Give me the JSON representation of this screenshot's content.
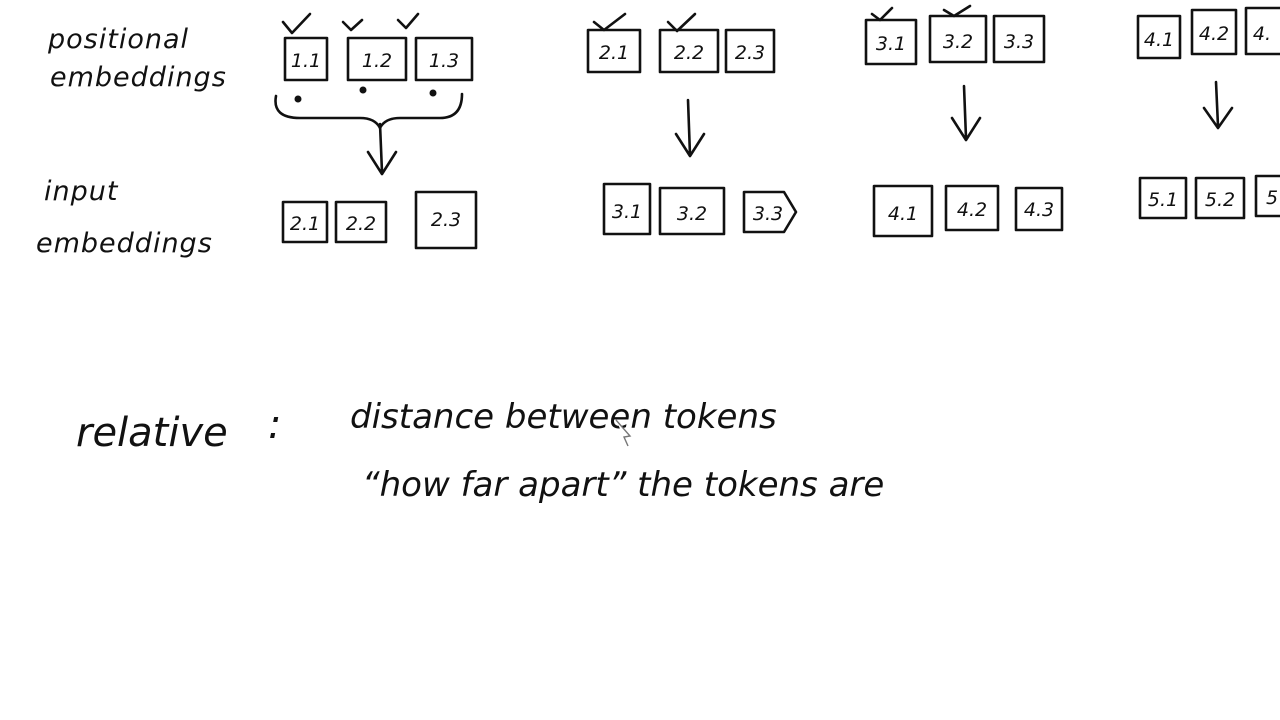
{
  "labels": {
    "positional_line1": "positional",
    "positional_line2": "embeddings",
    "input_line1": "input",
    "input_line2": "embeddings"
  },
  "groups": [
    {
      "positional": [
        "1.1",
        "1.2",
        "1.3"
      ],
      "input": [
        "2.1",
        "2.2",
        "2.3"
      ]
    },
    {
      "positional": [
        "2.1",
        "2.2",
        "2.3"
      ],
      "input": [
        "3.1",
        "3.2",
        "3.3"
      ]
    },
    {
      "positional": [
        "3.1",
        "3.2",
        "3.3"
      ],
      "input": [
        "4.1",
        "4.2",
        "4.3"
      ]
    },
    {
      "positional": [
        "4.1",
        "4.2",
        "4."
      ],
      "input": [
        "5.1",
        "5.2",
        "5"
      ]
    }
  ],
  "relative": {
    "term": "relative",
    "separator": ":",
    "definition": "distance between tokens",
    "paraphrase": "“how far apart” the tokens are"
  }
}
